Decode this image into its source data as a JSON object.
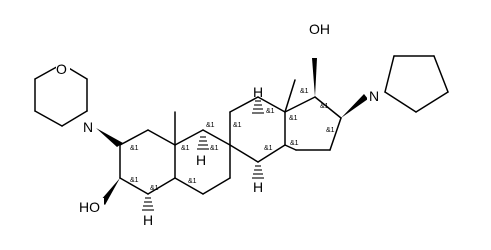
{
  "atom_labels": {
    "oh_17": "OH",
    "n_pyrrolidine": "N",
    "o_morpholine": "O",
    "n_morpholine": "N",
    "oh_3": "HO",
    "h_9": "H",
    "h_8": "H",
    "h_14": "H",
    "h_5": "H"
  },
  "stereo_marks": [
    "&1",
    "&1",
    "&1",
    "&1",
    "&1",
    "&1",
    "&1",
    "&1",
    "&1",
    "&1",
    "&1",
    "&1",
    "&1",
    "&1",
    "&1"
  ]
}
